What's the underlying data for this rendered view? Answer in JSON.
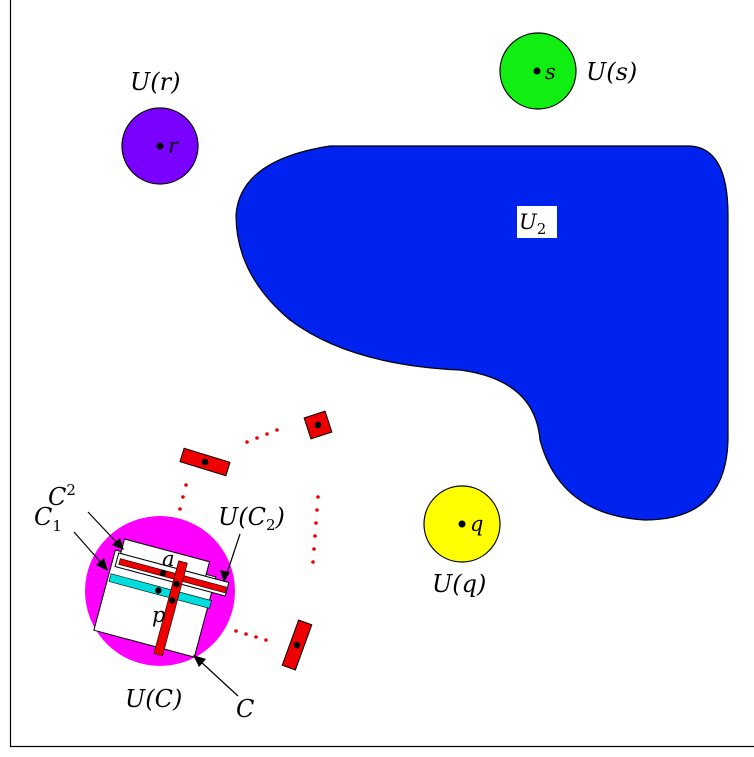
{
  "regions": {
    "r": {
      "label": "U(r)",
      "point": "r",
      "color": "#7a00ff"
    },
    "s": {
      "label": "U(s)",
      "point": "s",
      "color": "#11ee11"
    },
    "q": {
      "label": "U(q)",
      "point": "q",
      "color": "#ffff00"
    },
    "u2": {
      "label": "U",
      "sub": "2",
      "color": "#0022ee"
    },
    "c": {
      "label": "U(C)",
      "color": "#ff00ff"
    }
  },
  "labels": {
    "C2": {
      "main": "C",
      "sup": "2"
    },
    "C1": {
      "main": "C",
      "sub": "1"
    },
    "UC2": {
      "text": "U(C",
      "sub": "2",
      "close": ")"
    },
    "a": "a",
    "p": "p",
    "C": "C"
  },
  "colors": {
    "red_strip": "#ee0000",
    "cyan_strip": "#00dddd",
    "dots": "#ee0000"
  }
}
